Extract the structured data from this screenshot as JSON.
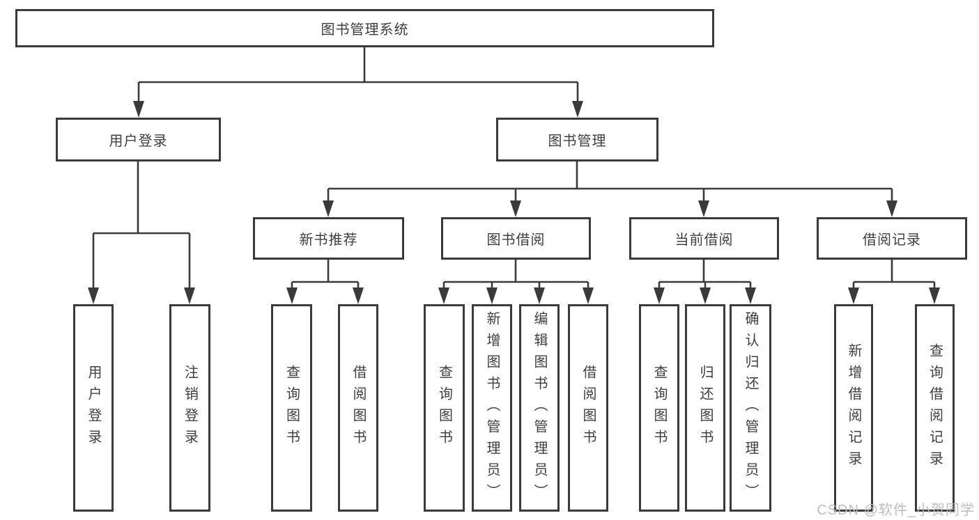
{
  "diagram": {
    "title": "图书管理系统",
    "branches": [
      {
        "label": "用户登录",
        "children": [
          "用户登录",
          "注销登录"
        ]
      },
      {
        "label": "图书管理",
        "sections": [
          {
            "label": "新书推荐",
            "children": [
              "查询图书",
              "借阅图书"
            ]
          },
          {
            "label": "图书借阅",
            "children": [
              "查询图书",
              "新增图书（管理员）",
              "编辑图书（管理员）",
              "借阅图书"
            ]
          },
          {
            "label": "当前借阅",
            "children": [
              "查询图书",
              "归还图书",
              "确认归还（管理员）"
            ]
          },
          {
            "label": "借阅记录",
            "children": [
              "新增借阅记录",
              "查询借阅记录"
            ]
          }
        ]
      }
    ]
  },
  "watermark": "CSDN @软件_小贺同学",
  "colors": {
    "line": "#3a3a3a",
    "box_border": "#3a3a3a",
    "text": "#3e3e3e",
    "watermark": "#b9b9b9",
    "background": "#ffffff"
  }
}
